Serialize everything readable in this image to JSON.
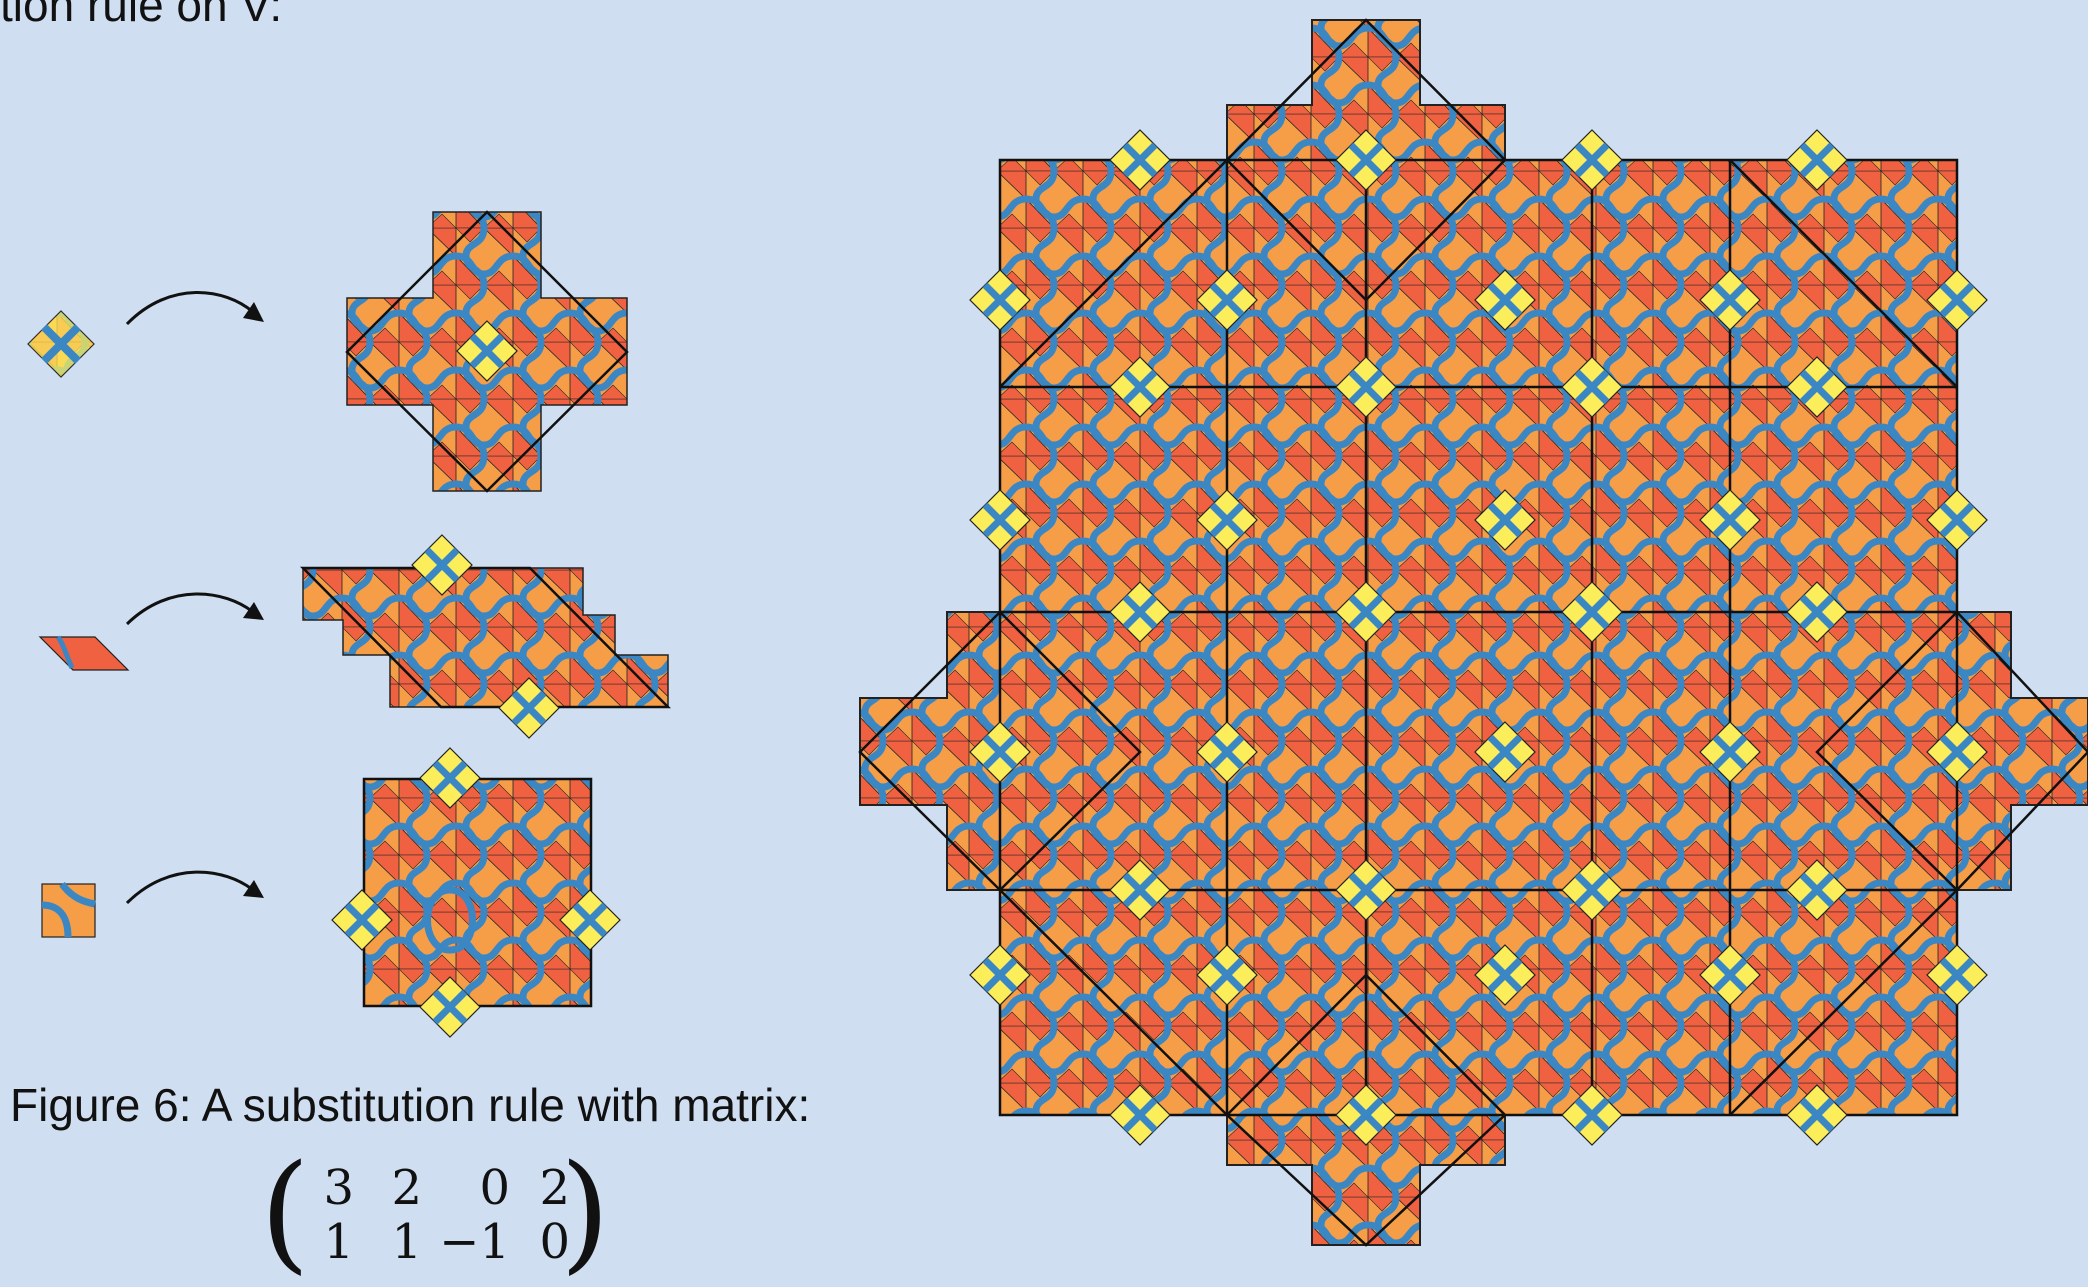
{
  "heading": {
    "fragment": "tion rule on V:"
  },
  "figure": {
    "caption": "Figure 6: A substitution rule with matrix:",
    "matrix_rows": [
      [
        "3",
        "2",
        "0",
        "2"
      ],
      [
        "1",
        "1",
        "−1",
        "0"
      ]
    ]
  },
  "tiles": [
    {
      "name": "small-diamond-tile",
      "color": "#fbee5a"
    },
    {
      "name": "rhombus-tile",
      "color": "#ef6140"
    },
    {
      "name": "square-tile",
      "color": "#f59e47"
    }
  ],
  "palette": {
    "background": "#cfdef1",
    "orange": "#f59e47",
    "red": "#ef6140",
    "yellow": "#fbee5a",
    "blue_strand": "#3b87c4",
    "outline": "#222222"
  },
  "icons": [
    "arrow-icon",
    "tile-icon",
    "supertile-icon"
  ]
}
